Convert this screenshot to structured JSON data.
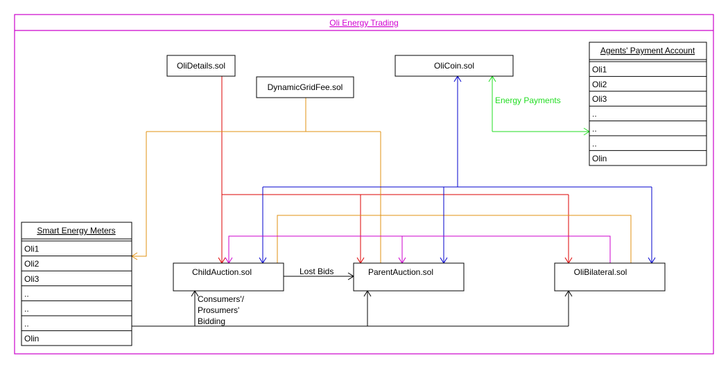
{
  "title": "Oli Energy Trading",
  "boxes": {
    "oli_details": "OliDetails.sol",
    "dynamic_grid_fee": "DynamicGridFee.sol",
    "oli_coin": "OliCoin.sol",
    "child_auction": "ChildAuction.sol",
    "parent_auction": "ParentAuction.sol",
    "oli_bilateral": "OliBilateral.sol"
  },
  "payment_account": {
    "header": "Agents' Payment Account",
    "rows": [
      "Oli1",
      "Oli2",
      "Oli3",
      "..",
      "..",
      "..",
      "Olin"
    ]
  },
  "smart_meters": {
    "header": "Smart Energy Meters",
    "rows": [
      "Oli1",
      "Oli2",
      "Oli3",
      "..",
      "..",
      "..",
      "Olin"
    ]
  },
  "labels": {
    "energy_payments": "Energy Payments",
    "lost_bids": "Lost Bids",
    "bidding_1": "Consumers'/",
    "bidding_2": "Prosumers'",
    "bidding_3": "Bidding"
  },
  "colors": {
    "frame": "#cc00cc",
    "details_line": "#dd0000",
    "gridfee_line": "#e09010",
    "coin_line": "#0000cc",
    "payments_line": "#22dd22",
    "child_line": "#cc00cc",
    "meters_line": "#000000"
  }
}
